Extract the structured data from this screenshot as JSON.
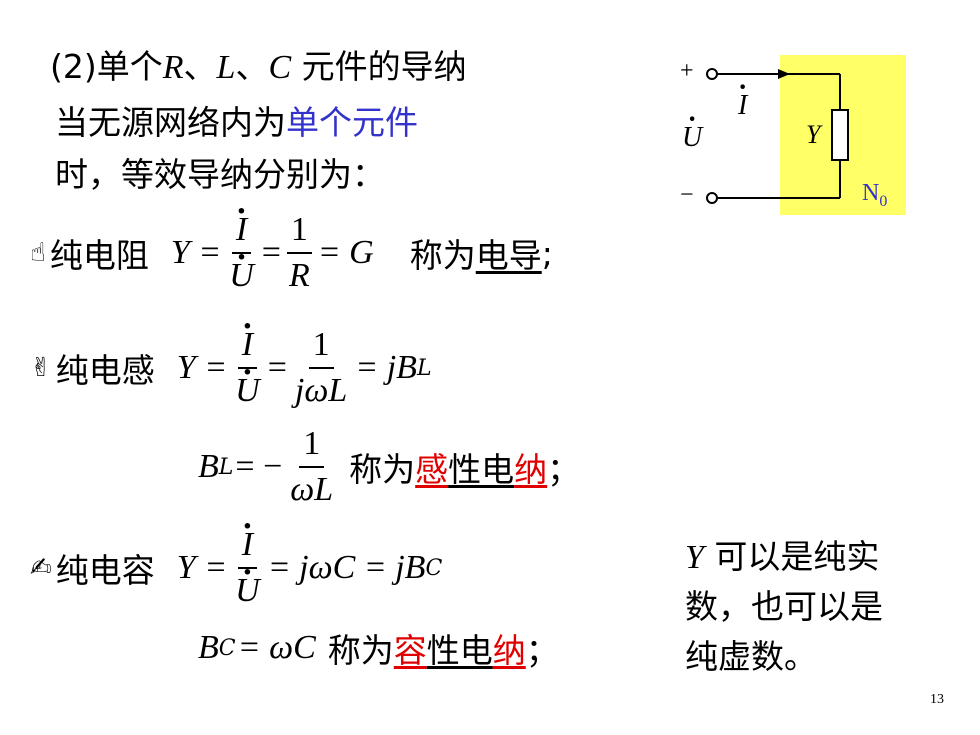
{
  "heading": {
    "prefix": "(2)单个",
    "r": "R",
    "sep1": "、",
    "l": "L",
    "sep2": "、",
    "c": "C",
    "suffix": " 元件的导纳"
  },
  "intro": {
    "line1_a": "当无源网络内为",
    "line1_b": "单个元件",
    "line2": "时，等效导纳分别为："
  },
  "circuit": {
    "plus": "+",
    "minus": "−",
    "current": "I",
    "voltage": "U",
    "element": "Y",
    "network": "N",
    "network_sub": "0",
    "box_color": "#ffff66"
  },
  "resistor": {
    "icon": "☝",
    "label": "纯电阻",
    "Y": "Y =",
    "num": "I",
    "den": "U",
    "eq1": "=",
    "num2": "1",
    "den2": "R",
    "result": "= G",
    "note_a": "称为",
    "note_b": "电导",
    "note_c": ";"
  },
  "inductor": {
    "icon": "✌",
    "label": "纯电感",
    "Y": "Y =",
    "num": "I",
    "den": "U",
    "eq1": "=",
    "num2": "1",
    "den2": "jωL",
    "result": "= jB",
    "result_sub": "L",
    "bl": "B",
    "bl_sub": "L",
    "bl_eq": "= −",
    "bl_num": "1",
    "bl_den": "ωL",
    "note_a": "称为",
    "note_b": "感",
    "note_c": "性电",
    "note_d": "纳",
    "note_e": "；"
  },
  "capacitor": {
    "icon": "✍",
    "label": "纯电容",
    "Y": "Y =",
    "num": "I",
    "den": "U",
    "result": "= jωC = jB",
    "result_sub": "C",
    "bc": "B",
    "bc_sub": "C",
    "bc_eq": "= ωC",
    "note_a": "称为",
    "note_b": "容",
    "note_c": "性电",
    "note_d": "纳",
    "note_e": "；"
  },
  "remark": {
    "line1_y": "Y",
    "line1": " 可以是纯实",
    "line2": "数，也可以是",
    "line3": "纯虚数。"
  },
  "page_number": "13"
}
